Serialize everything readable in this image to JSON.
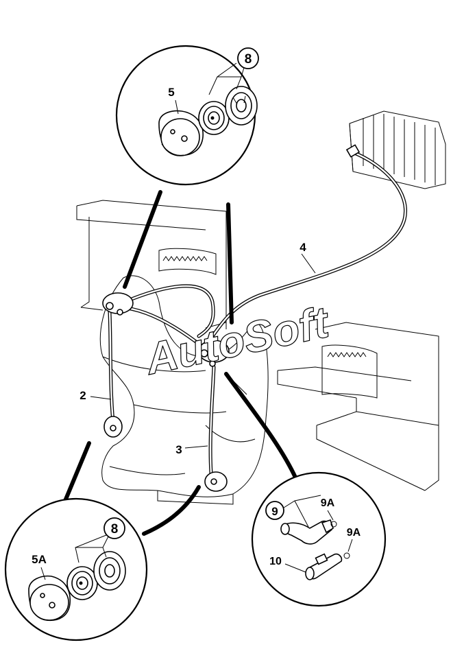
{
  "diagram": {
    "watermark": "AutoSoft",
    "labels": {
      "l2": "2",
      "l3": "3",
      "l4": "4",
      "l5": "5",
      "l5a": "5A",
      "l8_top": "8",
      "l8_bottom": "8",
      "l9": "9",
      "l9a_1": "9A",
      "l9a_2": "9A",
      "l10": "10"
    }
  }
}
